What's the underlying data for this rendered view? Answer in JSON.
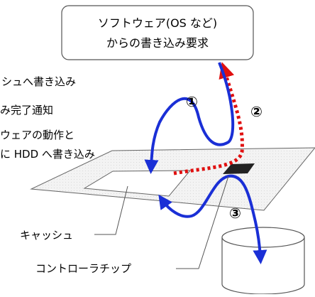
{
  "request_box": {
    "line1": "ソフトウェア(OS など)",
    "line2": "からの書き込み要求"
  },
  "steps": {
    "step1_text": "シュへ書き込み",
    "step2_text": "み完了通知",
    "step3_text_line1": "ウェアの動作と",
    "step3_text_line2": "に HDD へ書き込み"
  },
  "markers": {
    "one": "①",
    "two": "②",
    "three": "③"
  },
  "labels": {
    "cache": "キャッシュ",
    "controller_chip": "コントローラチップ"
  },
  "colors": {
    "blue_arrow": "#1a2fd6",
    "red_arrow": "#e01010",
    "board_fill": "#f1f1f1",
    "chip_fill": "#222222"
  }
}
